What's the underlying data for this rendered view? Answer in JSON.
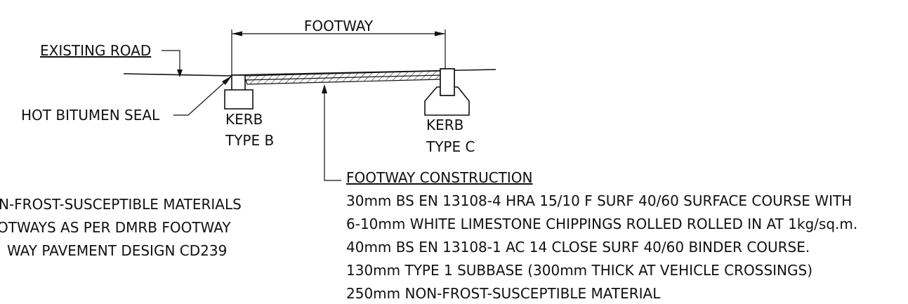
{
  "labels": {
    "footway": "FOOTWAY",
    "existing_road": "EXISTING ROAD",
    "hot_bitumen_seal": "HOT BITUMEN SEAL",
    "kerb_b_line1": "KERB",
    "kerb_b_line2": "TYPE B",
    "kerb_c_line1": "KERB",
    "kerb_c_line2": "TYPE C"
  },
  "left_notes": [
    "N-FROST-SUSCEPTIBLE MATERIALS",
    "OTWAYS AS PER DMRB FOOTWAY",
    "WAY PAVEMENT DESIGN CD239"
  ],
  "construction": {
    "title": "FOOTWAY CONSTRUCTION",
    "lines": [
      "30mm BS EN 13108-4 HRA 15/10 F SURF 40/60 SURFACE COURSE WITH",
      "6-10mm WHITE LIMESTONE CHIPPINGS ROLLED ROLLED IN AT   1kg/sq.m.",
      "40mm BS EN 13108-1 AC 14 CLOSE SURF 40/60 BINDER COURSE.",
      "130mm TYPE 1 SUBBASE (300mm THICK AT VEHICLE CROSSINGS)",
      "250mm NON-FROST-SUSCEPTIBLE MATERIAL"
    ]
  }
}
